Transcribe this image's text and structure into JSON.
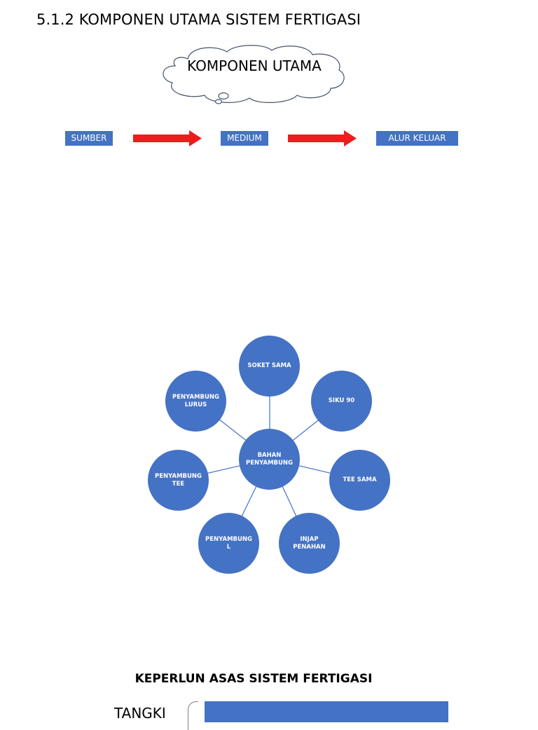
{
  "section_heading": "5.1.2 KOMPONEN UTAMA SISTEM FERTIGASI",
  "cloud_title": "KOMPONEN UTAMA",
  "flow": {
    "steps": [
      "SUMBER",
      "MEDIUM",
      "ALUR KELUAR"
    ],
    "box_color": "#4472c4",
    "arrow_color": "#ee1c1c"
  },
  "diagram": {
    "center": [
      "BAHAN",
      "PENYAMBUNG"
    ],
    "nodes": {
      "soket_sama": [
        "SOKET SAMA"
      ],
      "siku_90": [
        "SIKU 90"
      ],
      "tee_sama": [
        "TEE SAMA"
      ],
      "injap_penahan": [
        "INJAP",
        "PENAHAN"
      ],
      "penyambung_l": [
        "PENYAMBUNG",
        "L"
      ],
      "penyambung_tee": [
        "PENYAMBUNG",
        "TEE"
      ],
      "penyambung_lurus": [
        "PENYAMBUNG",
        "LURUS"
      ]
    },
    "node_color": "#4472c4"
  },
  "keperluan_heading": "KEPERLUN ASAS SISTEM FERTIGASI",
  "tangki_label": "TANGKI"
}
